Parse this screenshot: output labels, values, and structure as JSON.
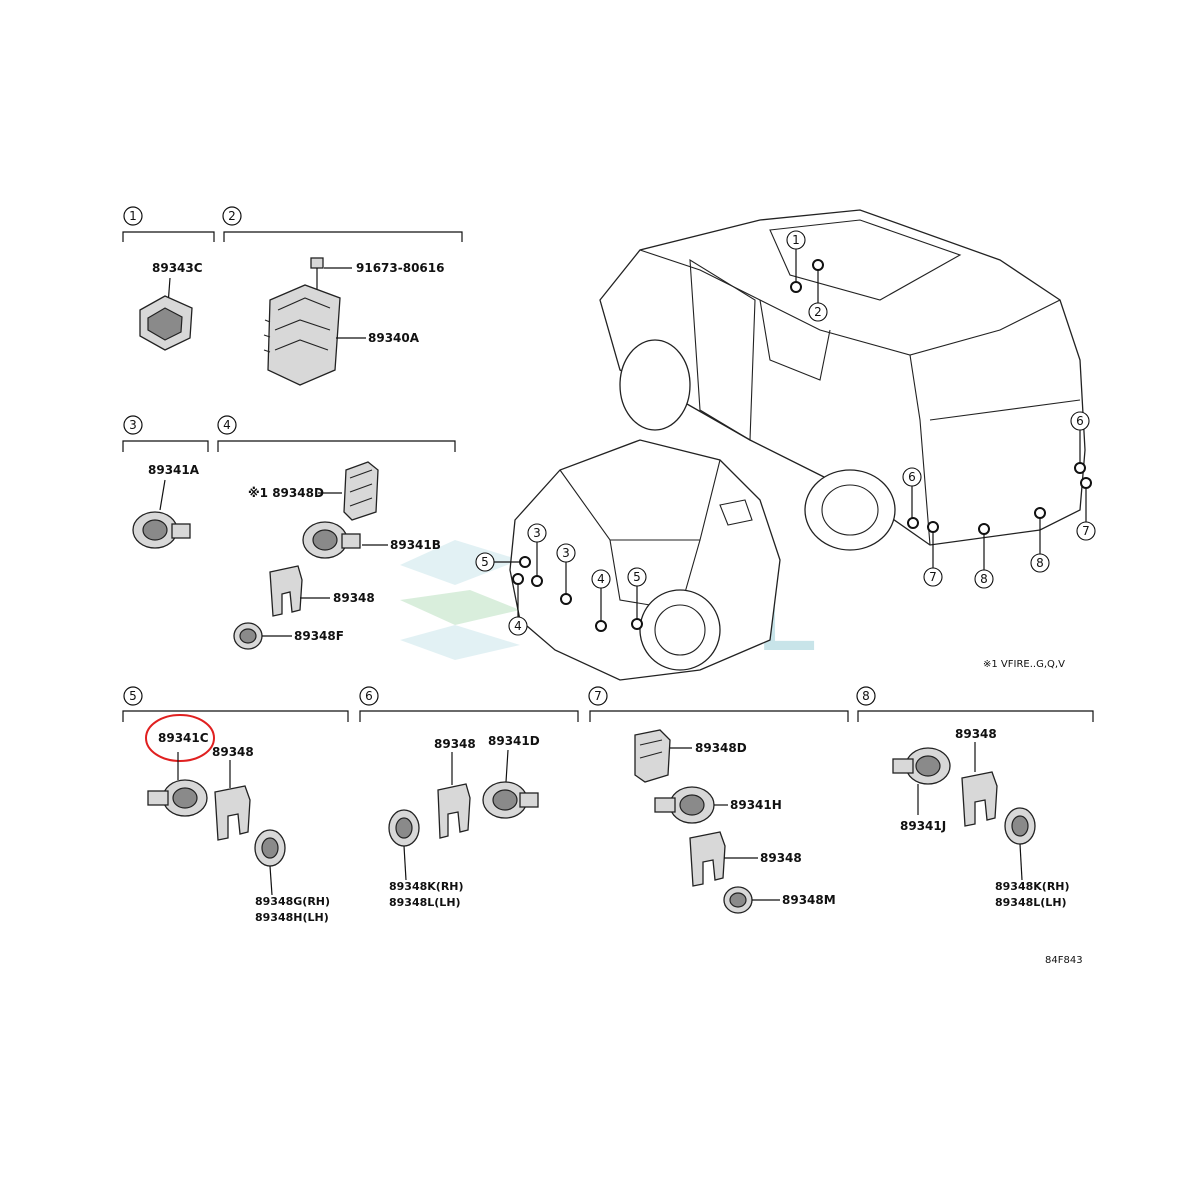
{
  "sections": [
    {
      "num": "1",
      "parts": [
        "89343C"
      ]
    },
    {
      "num": "2",
      "parts": [
        "91673-80616",
        "89340A"
      ]
    },
    {
      "num": "3",
      "parts": [
        "89341A"
      ]
    },
    {
      "num": "4",
      "parts": [
        "※1 89348D",
        "89341B",
        "89348",
        "89348F"
      ]
    },
    {
      "num": "5",
      "parts": [
        "89341C",
        "89348",
        "89348G(RH)",
        "89348H(LH)"
      ]
    },
    {
      "num": "6",
      "parts": [
        "89348",
        "89341D",
        "89348K(RH)",
        "89348L(LH)"
      ]
    },
    {
      "num": "7",
      "parts": [
        "89348D",
        "89341H",
        "89348",
        "89348M"
      ]
    },
    {
      "num": "8",
      "parts": [
        "89348",
        "89341J",
        "89348K(RH)",
        "89348L(LH)"
      ]
    }
  ],
  "vehicle_callouts": [
    "1",
    "2",
    "3",
    "3",
    "4",
    "4",
    "5",
    "5",
    "6",
    "6",
    "7",
    "7",
    "8",
    "8"
  ],
  "footnote": "※1 VFIRE..G,Q,V",
  "diagram_code": "84F843",
  "watermark": "SOL",
  "highlight_color": "#e02020",
  "watermark_color": "#9ccfd8"
}
